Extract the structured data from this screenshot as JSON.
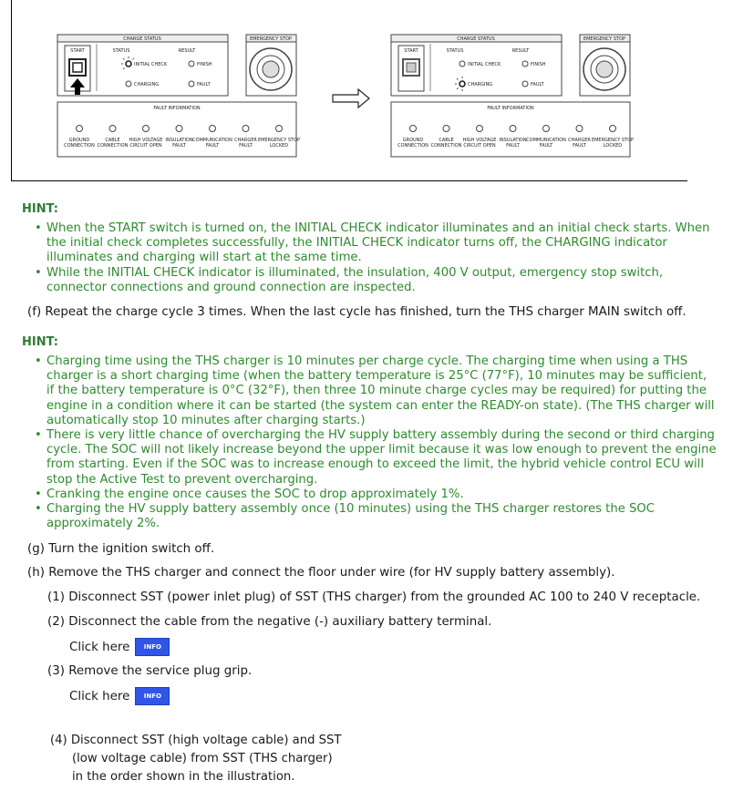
{
  "illustration": {
    "panel_title": "CHARGE STATUS",
    "start_label": "START",
    "status_header": "STATUS",
    "result_header": "RESULT",
    "initial_check": "INITIAL CHECK",
    "charging": "CHARGING",
    "finish": "FINISH",
    "fault": "FAULT",
    "emergency_stop": "EMERGENCY STOP",
    "fault_information": "FAULT INFORMATION",
    "indicators": [
      [
        "GROUND",
        "CONNECTION"
      ],
      [
        "CABLE",
        "CONNECTION"
      ],
      [
        "HIGH VOLTAGE",
        "CIRCUIT OPEN"
      ],
      [
        "INSULATION",
        "FAULT"
      ],
      [
        "COMMUNICATION",
        "FAULT"
      ],
      [
        "CHARGER",
        "FAULT"
      ],
      [
        "EMERGENCY STOP",
        "LOCKED"
      ]
    ]
  },
  "hint1": {
    "label": "HINT:",
    "items": [
      "When the START switch is turned on, the INITIAL CHECK indicator illuminates and an initial check starts. When the initial check completes successfully, the INITIAL CHECK indicator turns off, the CHARGING indicator illuminates and charging will start at the same time.",
      "While the INITIAL CHECK indicator is illuminated, the insulation, 400 V output, emergency stop switch, connector connections and ground connection are inspected."
    ]
  },
  "step_f": "(f) Repeat the charge cycle 3 times. When the last cycle has finished, turn the THS charger MAIN switch off.",
  "hint2": {
    "label": "HINT:",
    "items": [
      "Charging time using the THS charger is 10 minutes per charge cycle. The charging time when using a THS charger is a short charging time (when the battery temperature is 25°C (77°F), 10 minutes may be sufficient, if the battery temperature is 0°C (32°F), then three 10 minute charge cycles may be required) for putting the engine in a condition where it can be started (the system can enter the READY-on state). (The THS charger will automatically stop 10 minutes after charging starts.)",
      "There is very little chance of overcharging the HV supply battery assembly during the second or third charging cycle. The SOC will not likely increase beyond the upper limit because it was low enough to prevent the engine from starting. Even if the SOC was to increase enough to exceed the limit, the hybrid vehicle control ECU will stop the Active Test to prevent overcharging.",
      "Cranking the engine once causes the SOC to drop approximately 1%.",
      "Charging the HV supply battery assembly once (10 minutes) using the THS charger restores the SOC approximately 2%."
    ]
  },
  "step_g": "(g) Turn the ignition switch off.",
  "step_h": "(h) Remove the THS charger and connect the floor under wire (for HV supply battery assembly).",
  "sub1": "(1) Disconnect SST (power inlet plug) of SST (THS charger) from the grounded AC 100 to 240 V receptacle.",
  "sub2": "(2) Disconnect the cable from the negative (-) auxiliary battery terminal.",
  "click1": "Click here",
  "info_label": "INFO",
  "sub3": "(3) Remove the service plug grip.",
  "click2": "Click here",
  "sub4_lines": [
    "(4) Disconnect SST (high voltage cable) and SST",
    "(low voltage cable) from SST (THS charger)",
    "in the order shown in the illustration."
  ],
  "colors": {
    "hint_green": "#2e8b2e",
    "info_blue": "#2f56e6"
  }
}
